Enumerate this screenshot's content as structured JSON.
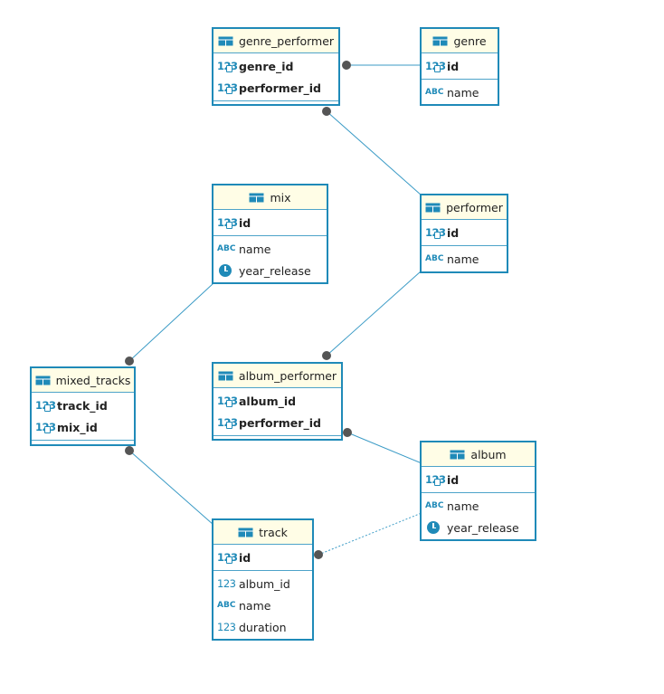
{
  "colors": {
    "border": "#1f8ab8",
    "header_bg": "#fffde6",
    "line": "#3b9bc6",
    "dot": "#555555"
  },
  "entities": {
    "genre_performer": {
      "title": "genre_performer",
      "pk": [
        {
          "name": "genre_id",
          "icon": "key-number-icon"
        },
        {
          "name": "performer_id",
          "icon": "key-number-icon"
        }
      ]
    },
    "genre": {
      "title": "genre",
      "pk": [
        {
          "name": "id",
          "icon": "key-number-icon"
        }
      ],
      "cols": [
        {
          "name": "name",
          "icon": "text-type-icon"
        }
      ]
    },
    "mix": {
      "title": "mix",
      "pk": [
        {
          "name": "id",
          "icon": "key-number-icon"
        }
      ],
      "cols": [
        {
          "name": "name",
          "icon": "text-type-icon"
        },
        {
          "name": "year_release",
          "icon": "clock-icon"
        }
      ]
    },
    "performer": {
      "title": "performer",
      "pk": [
        {
          "name": "id",
          "icon": "key-number-icon"
        }
      ],
      "cols": [
        {
          "name": "name",
          "icon": "text-type-icon"
        }
      ]
    },
    "mixed_tracks": {
      "title": "mixed_tracks",
      "pk": [
        {
          "name": "track_id",
          "icon": "key-number-icon"
        },
        {
          "name": "mix_id",
          "icon": "key-number-icon"
        }
      ]
    },
    "album_performer": {
      "title": "album_performer",
      "pk": [
        {
          "name": "album_id",
          "icon": "key-number-icon"
        },
        {
          "name": "performer_id",
          "icon": "key-number-icon"
        }
      ]
    },
    "album": {
      "title": "album",
      "pk": [
        {
          "name": "id",
          "icon": "key-number-icon"
        }
      ],
      "cols": [
        {
          "name": "name",
          "icon": "text-type-icon"
        },
        {
          "name": "year_release",
          "icon": "clock-icon"
        }
      ]
    },
    "track": {
      "title": "track",
      "pk": [
        {
          "name": "id",
          "icon": "key-number-icon"
        }
      ],
      "cols": [
        {
          "name": "album_id",
          "icon": "number-type-icon"
        },
        {
          "name": "name",
          "icon": "text-type-icon"
        },
        {
          "name": "duration",
          "icon": "number-type-icon"
        }
      ]
    }
  },
  "type_glyphs": {
    "number": "123",
    "text": "ABC"
  }
}
